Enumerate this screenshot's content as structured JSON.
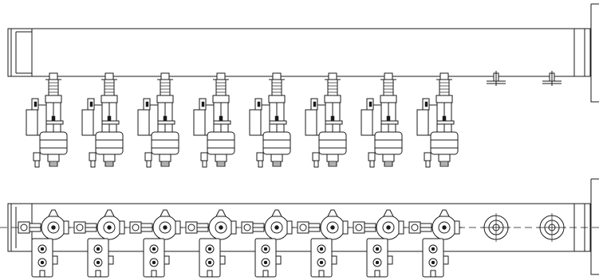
{
  "drawing": {
    "line_color": "#1a1a1a",
    "background": "#ffffff"
  },
  "front_view": {
    "valve_stations": 8,
    "empty_outlets": 2
  },
  "top_view": {
    "valve_stations": 8,
    "open_ports": 2
  }
}
